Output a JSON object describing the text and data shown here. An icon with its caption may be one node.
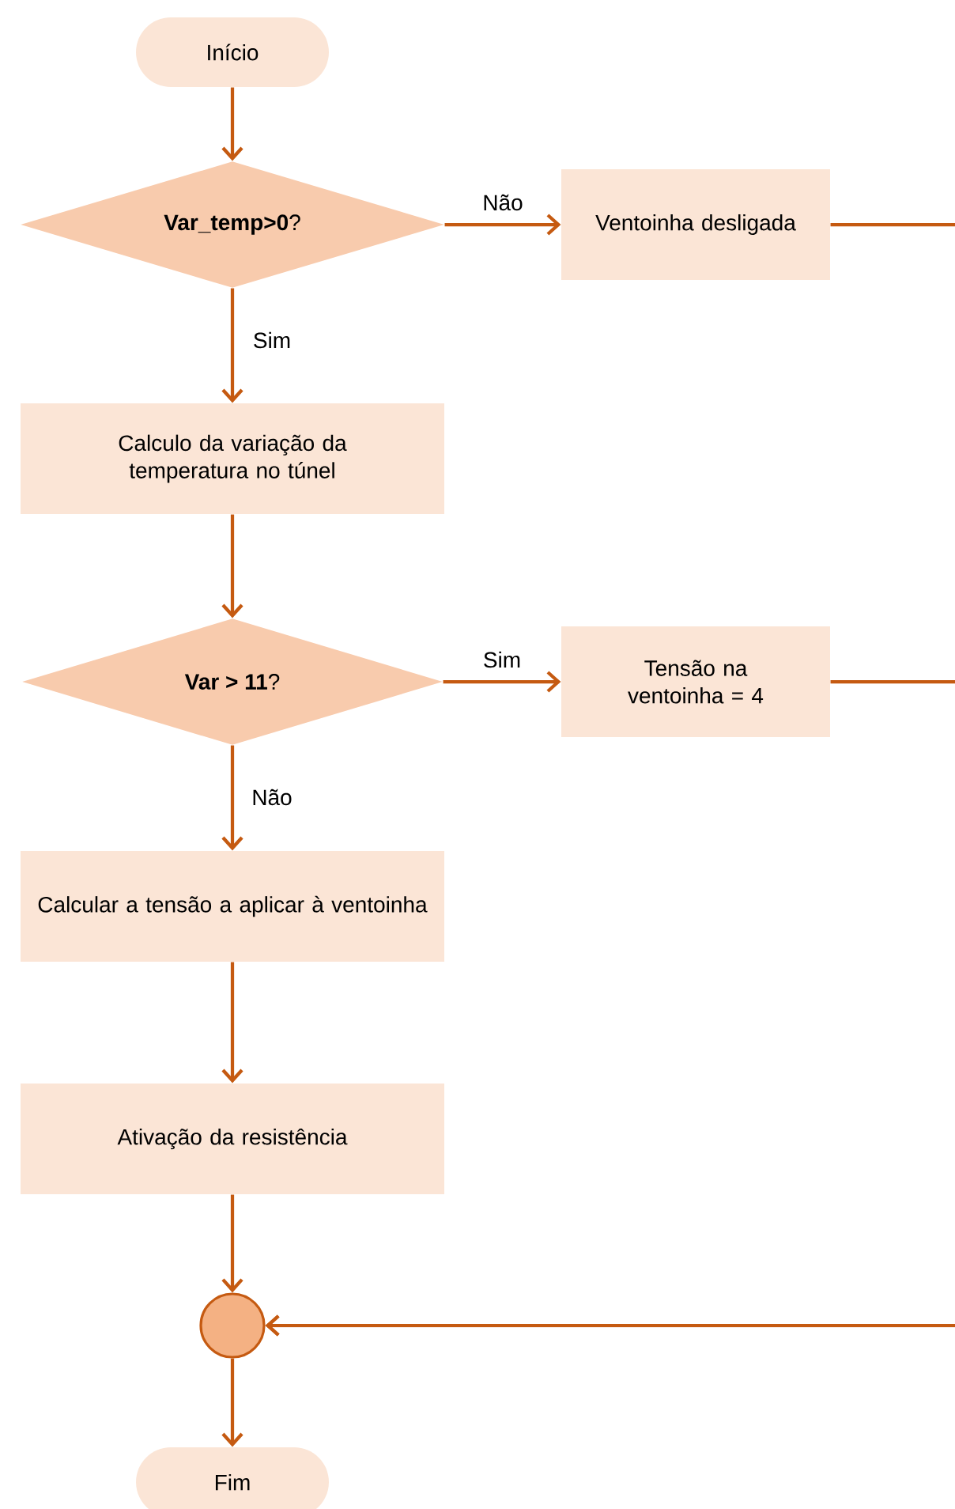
{
  "diagram": {
    "nodes": [
      {
        "text": [
          "Início"
        ]
      },
      {
        "text": [
          "**Var_temp>0**?"
        ]
      },
      {
        "text": [
          "Ventoinha desligada"
        ]
      },
      {
        "text": [
          "Calculo da variação da temperatura no túnel"
        ]
      },
      {
        "text": [
          "**Var > 11**?"
        ]
      },
      {
        "text": [
          "Tensão na ventoinha = 4"
        ]
      },
      {
        "text": [
          "Calcular a tensão a aplicar à ventoinha"
        ]
      },
      {
        "text": [
          "Ativação da resistência"
        ]
      },
      {
        "text": [],
        "shape": "circle"
      },
      {
        "text": [
          "Fim"
        ]
      }
    ],
    "edges": [
      {
        "from": 0,
        "to": 1,
        "arrow": "to"
      },
      {
        "from": 1,
        "to": 2,
        "arrow": "to",
        "label": "Não"
      },
      {
        "from": 1,
        "to": 3,
        "arrow": "to",
        "label": "Sim"
      },
      {
        "from": 3,
        "to": 4,
        "arrow": "to"
      },
      {
        "from": 4,
        "to": 5,
        "arrow": "to",
        "label": "Sim"
      },
      {
        "from": 4,
        "to": 6,
        "arrow": "to",
        "label": "Não"
      },
      {
        "from": 6,
        "to": 7,
        "arrow": "to"
      },
      {
        "from": 7,
        "to": 8,
        "arrow": "to"
      },
      {
        "from": 2,
        "to": 8,
        "arrow": "to"
      },
      {
        "from": 5,
        "to": 8,
        "arrow": "to"
      },
      {
        "from": 8,
        "to": 9,
        "arrow": "to"
      }
    ]
  }
}
